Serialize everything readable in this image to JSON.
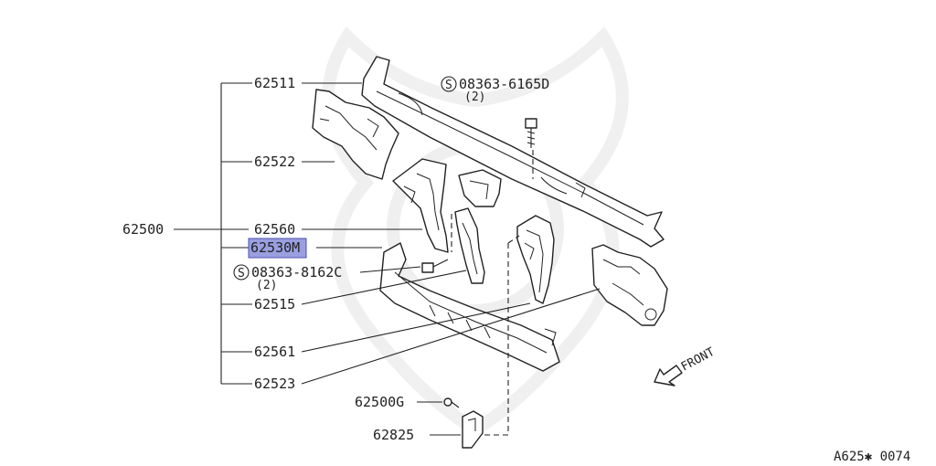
{
  "labels": {
    "l62511": "62511",
    "l62522": "62522",
    "l62500": "62500",
    "l62560": "62560",
    "l62530m": "62530M",
    "l62515": "62515",
    "l62561": "62561",
    "l62523": "62523",
    "l62500g": "62500G",
    "l62825": "62825",
    "screw1": "08363-6165D",
    "screw1_qty": "(2)",
    "screw2": "08363-8162C",
    "screw2_qty": "(2)",
    "s_mark": "S",
    "front": "FRONT",
    "ref": "A625✱ 0074"
  },
  "colors": {
    "highlight": "#9a9fe0",
    "line": "#222222"
  }
}
